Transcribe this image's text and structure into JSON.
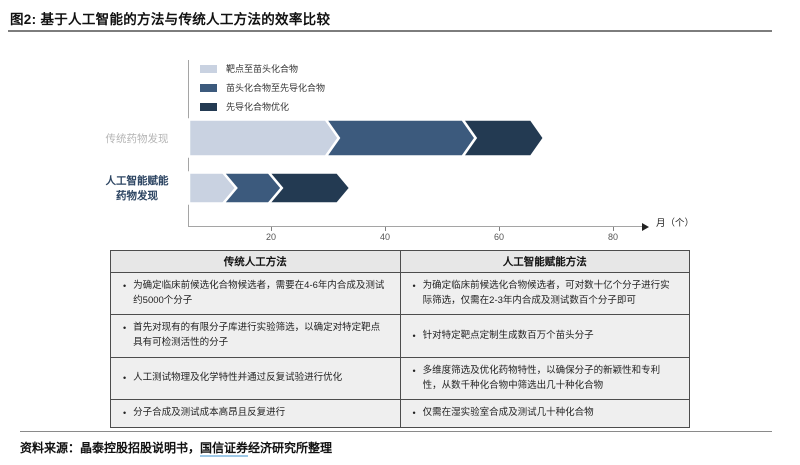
{
  "figure": {
    "title": "图2: 基于人工智能的方法与传统人工方法的效率比较"
  },
  "chart_data": {
    "type": "bar",
    "subtype": "chevron-timeline",
    "title": "基于人工智能的方法与传统人工方法的效率比较",
    "unit_label": "月（个）",
    "x_ticks": [
      20,
      40,
      60,
      80
    ],
    "xlim": [
      0,
      88
    ],
    "legend": [
      "靶点至苗头化合物",
      "苗头化合物至先导化合物",
      "先导化合物优化"
    ],
    "colors": [
      "#c9d2e1",
      "#3c5a7d",
      "#233a52"
    ],
    "series": [
      {
        "name": "传统药物发现",
        "segments_months": [
          24,
          24,
          12
        ],
        "total_months": 60
      },
      {
        "name": "人工智能赋能\n药物发现",
        "segments_months": [
          6,
          8,
          12
        ],
        "total_months": 26
      }
    ]
  },
  "table": {
    "headers": [
      "传统人工方法",
      "人工智能赋能方法"
    ],
    "rows": [
      [
        "为确定临床前候选化合物候选者，需要在4-6年内合成及测试约5000个分子",
        "为确定临床前候选化合物候选者，可对数十亿个分子进行实际筛选，仅需在2-3年内合成及测试数百个分子即可"
      ],
      [
        "首先对现有的有限分子库进行实验筛选，以确定对特定靶点具有可检测活性的分子",
        "针对特定靶点定制生成数百万个苗头分子"
      ],
      [
        "人工测试物理及化学特性并通过反复试验进行优化",
        "多维度筛选及优化药物特性，以确保分子的新颖性和专利性，从数千种化合物中筛选出几十种化合物"
      ],
      [
        "分子合成及测试成本高昂且反复进行",
        "仅需在湿实验室合成及测试几十种化合物"
      ]
    ],
    "bullet": "•"
  },
  "source": {
    "prefix": "资料来源：晶泰控股招股说明书，",
    "link": "国信证券",
    "suffix": "经济研究所整理"
  }
}
